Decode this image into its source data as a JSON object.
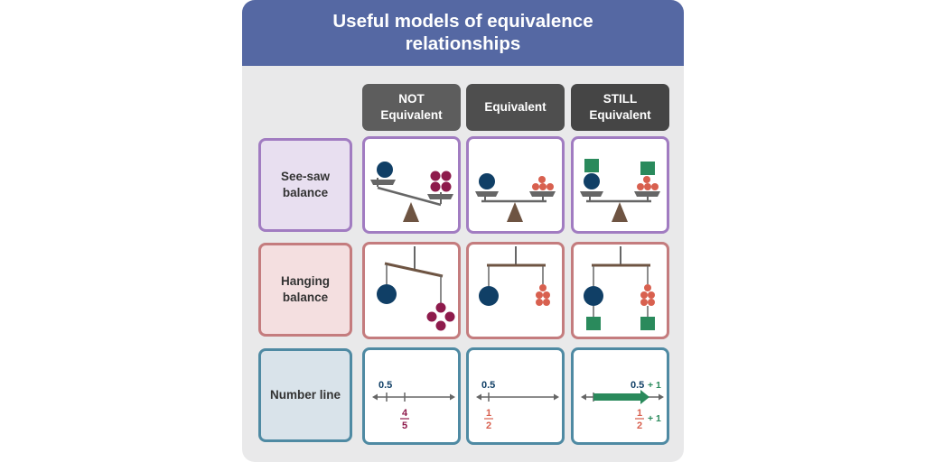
{
  "title": {
    "line1": "Useful models of equivalence",
    "line2": "relationships"
  },
  "columns": [
    {
      "line1": "NOT",
      "line2": "Equivalent"
    },
    {
      "line1": "Equivalent",
      "line2": ""
    },
    {
      "line1": "STILL",
      "line2": "Equivalent"
    }
  ],
  "rows": [
    {
      "line1": "See-saw",
      "line2": "balance"
    },
    {
      "line1": "Hanging",
      "line2": "balance"
    },
    {
      "line1": "Number line",
      "line2": ""
    }
  ],
  "number_line": {
    "not_equivalent": {
      "top": "0.5",
      "frac_num": "4",
      "frac_den": "5"
    },
    "equivalent": {
      "top": "0.5",
      "frac_num": "1",
      "frac_den": "2"
    },
    "still_equivalent": {
      "top": "0.5",
      "top_add": "+ 1",
      "frac_num": "1",
      "frac_den": "2",
      "bottom_add": "+ 1"
    }
  },
  "colors": {
    "banner": "#5568a3",
    "header_not": "#5d5d5d",
    "header_eq": "#4e4e4e",
    "header_still": "#454545",
    "seesaw_border": "#a17cc1",
    "seesaw_fill": "#e8dff0",
    "hanging_border": "#c47c7e",
    "hanging_fill": "#f4dfe0",
    "numberline_border": "#4f8aa3",
    "numberline_fill": "#d9e3ea",
    "navy": "#103f66",
    "maroon": "#8e1b4c",
    "salmon": "#d8604f",
    "green": "#2a8a5c",
    "brown": "#6e5442"
  }
}
